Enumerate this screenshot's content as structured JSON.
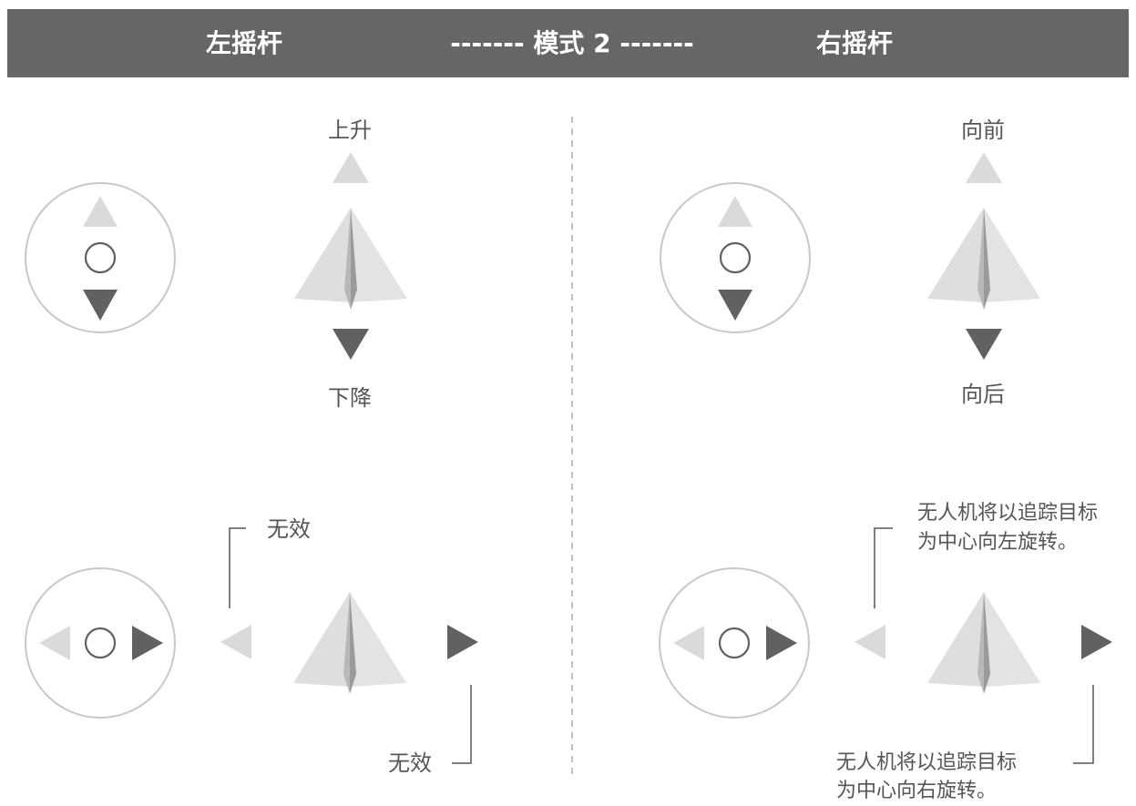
{
  "header": {
    "left_title": "左摇杆",
    "mode_title": "------- 模式 2 -------",
    "right_title": "右摇杆"
  },
  "left_stick": {
    "up_label": "上升",
    "down_label": "下降",
    "left_invalid_label": "无效",
    "right_invalid_label": "无效"
  },
  "right_stick": {
    "forward_label": "向前",
    "backward_label": "向后",
    "rotate_left_label_line1": "无人机将以追踪目标",
    "rotate_left_label_line2": "为中心向左旋转。",
    "rotate_right_label_line1": "无人机将以追踪目标",
    "rotate_right_label_line2": "为中心向右旋转。"
  },
  "colors": {
    "header_bg": "#666666",
    "active_arrow": "#616161",
    "inactive_arrow": "#dadada",
    "plane_light": "#dedede",
    "plane_mid": "#c4c4c4",
    "plane_dark": "#9a9a9a",
    "circle_stroke": "#c8c8c8",
    "label_text": "#555555"
  },
  "icons": [
    "joystick-icon",
    "paper-plane-icon",
    "arrow-up-icon",
    "arrow-down-icon",
    "arrow-left-icon",
    "arrow-right-icon"
  ]
}
